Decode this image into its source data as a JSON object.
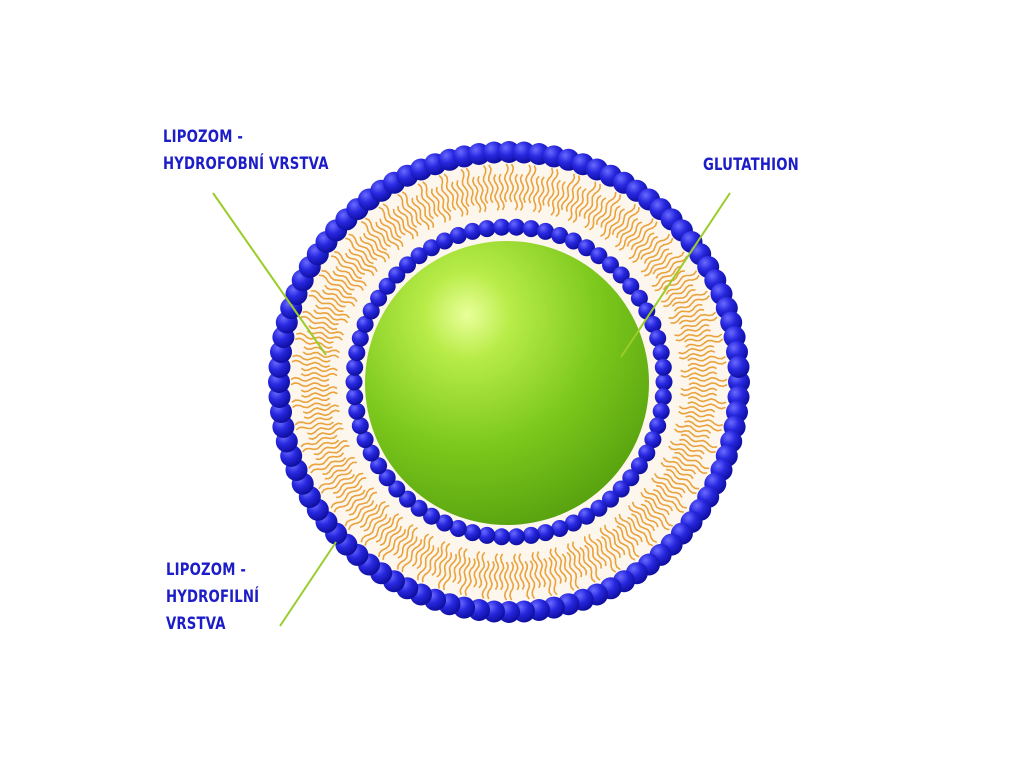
{
  "labels": {
    "hydrophobic": [
      "LIPOZOM -",
      "HYDROFOBNÍ VRSTVA"
    ],
    "glutathion": [
      "GLUTATHION"
    ],
    "hydrophilic": [
      "LIPOZOM -",
      "HYDROFILNÍ",
      "VRSTVA"
    ]
  },
  "colors": {
    "label_text": "#1c1cc8",
    "leader_line": "#9acc2a",
    "head_group": "#2a2ad6",
    "tail": "#e9a23c",
    "core": "#7ec81e"
  }
}
